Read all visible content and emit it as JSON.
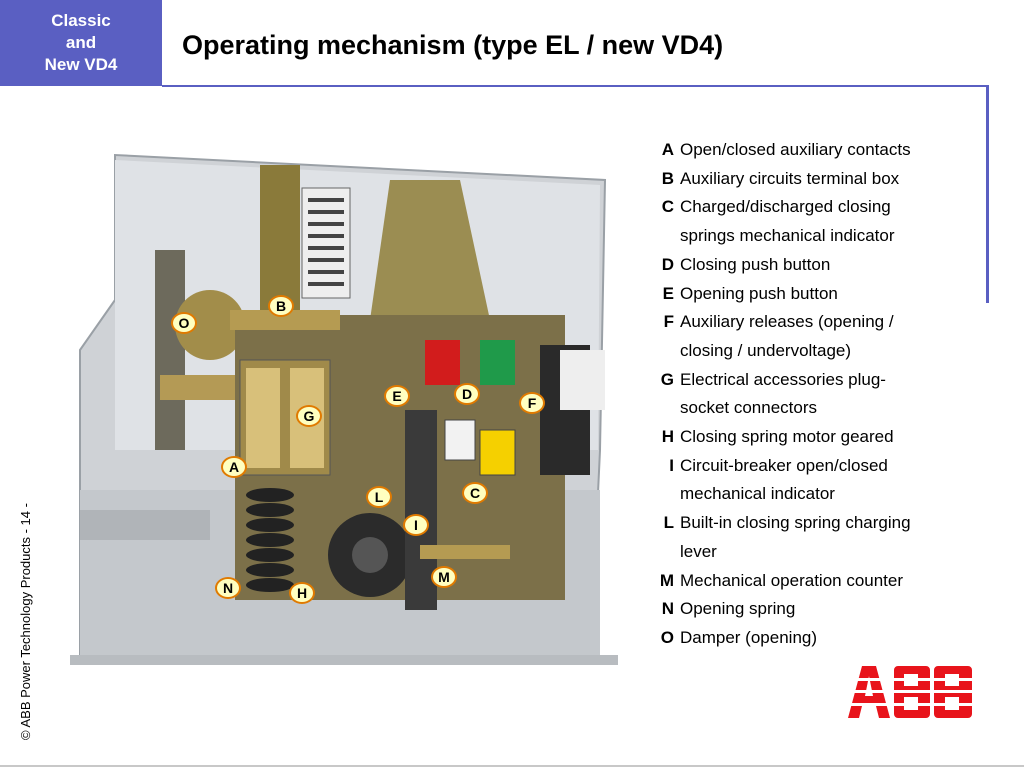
{
  "section_tag": {
    "line1": "Classic",
    "line2": "and",
    "line3": "New VD4"
  },
  "title": "Operating mechanism (type EL / new VD4)",
  "copyright": "© ABB Power Technology Products  - 14 -",
  "logo_text": "ABB",
  "colors": {
    "accent": "#5a5fc2",
    "logo_red": "#e8141b",
    "callout_fill": "#ffffc0",
    "callout_border": "#e07a00"
  },
  "callouts": [
    "B",
    "O",
    "E",
    "D",
    "F",
    "G",
    "A",
    "L",
    "C",
    "I",
    "M",
    "N",
    "H"
  ],
  "legend": [
    {
      "letter": "A",
      "lines": [
        "Open/closed auxiliary contacts"
      ]
    },
    {
      "letter": "B",
      "lines": [
        "Auxiliary circuits terminal box"
      ]
    },
    {
      "letter": "C",
      "lines": [
        "Charged/discharged closing",
        "springs mechanical indicator"
      ]
    },
    {
      "letter": "D",
      "lines": [
        "Closing push button"
      ]
    },
    {
      "letter": "E",
      "lines": [
        "Opening push button"
      ]
    },
    {
      "letter": "F",
      "lines": [
        "Auxiliary releases (opening /",
        "closing / undervoltage)"
      ]
    },
    {
      "letter": "G",
      "lines": [
        "Electrical accessories plug-",
        "socket connectors"
      ]
    },
    {
      "letter": "H",
      "lines": [
        "Closing spring motor geared"
      ]
    },
    {
      "letter": "I",
      "lines": [
        "Circuit-breaker open/closed",
        "mechanical indicator"
      ]
    },
    {
      "letter": "L",
      "lines": [
        "Built-in closing spring charging",
        "lever"
      ]
    },
    {
      "letter": "M",
      "lines": [
        "Mechanical operation counter"
      ]
    },
    {
      "letter": "N",
      "lines": [
        "Opening spring"
      ]
    },
    {
      "letter": "O",
      "lines": [
        "Damper (opening)"
      ]
    }
  ]
}
